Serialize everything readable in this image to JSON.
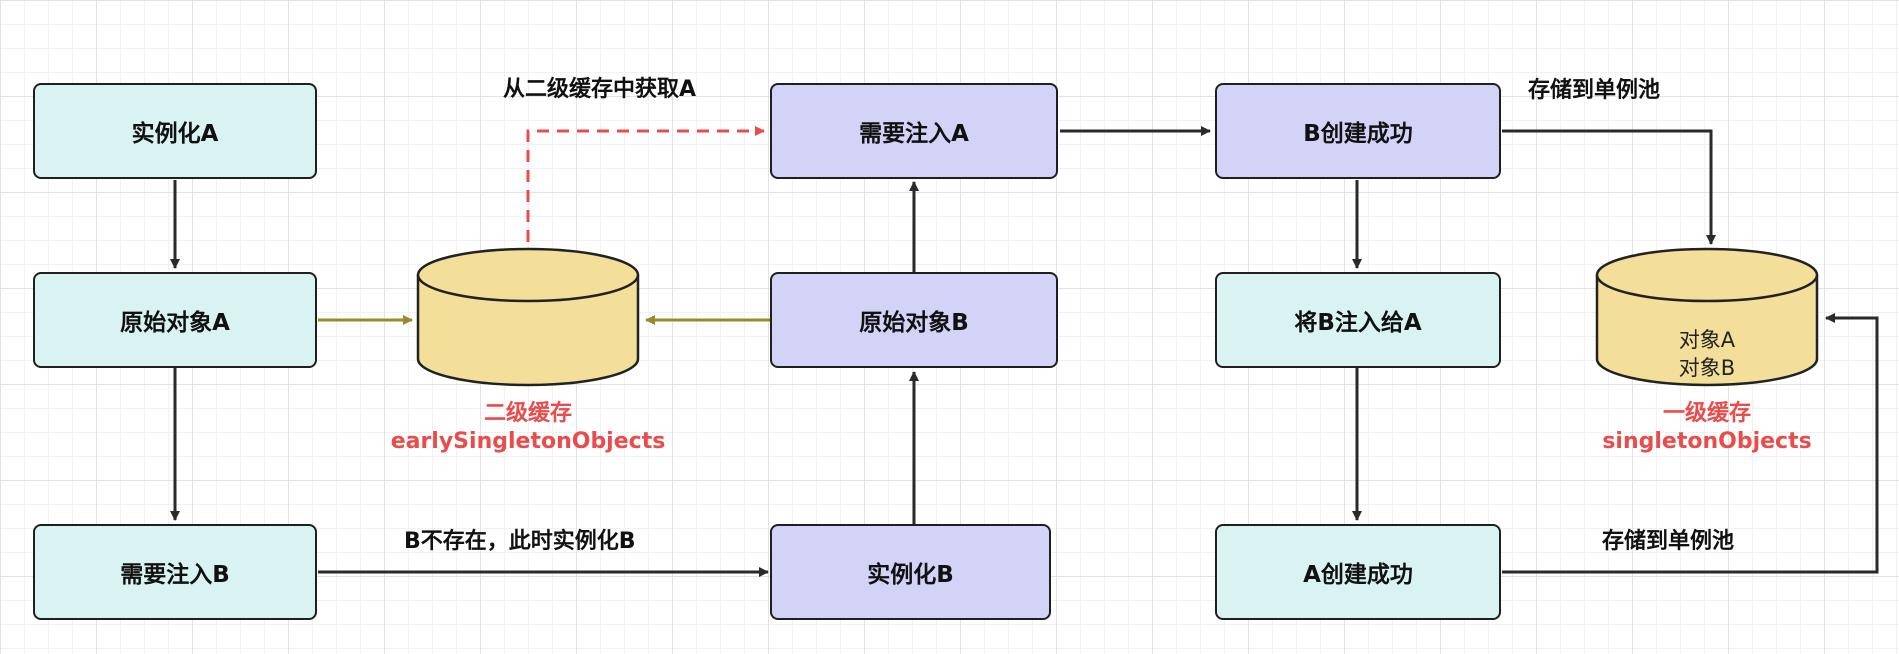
{
  "nodes": {
    "inst_a": "实例化A",
    "raw_a": "原始对象A",
    "need_b": "需要注入B",
    "need_a": "需要注入A",
    "raw_b": "原始对象B",
    "inst_b": "实例化B",
    "b_done": "B创建成功",
    "inject_b_to_a": "将B注入给A",
    "a_done": "A创建成功"
  },
  "caches": {
    "second": {
      "name": "二级缓存",
      "field": "earlySingletonObjects"
    },
    "first": {
      "name": "一级缓存",
      "field": "singletonObjects",
      "items": [
        "对象A",
        "对象B"
      ]
    }
  },
  "edge_labels": {
    "get_from_second": "从二级缓存中获取A",
    "b_not_exist": "B不存在，此时实例化B",
    "store_pool_top": "存储到单例池",
    "store_pool_bottom": "存储到单例池"
  },
  "colors": {
    "cyan_fill": "#d8f3f1",
    "purple_fill": "#d3d3f8",
    "cylinder_fill": "#f3df99",
    "olive_arrow": "#9a8a2a",
    "red_dashed": "#ea4b4b",
    "cache_label": "#ea4b4b"
  }
}
